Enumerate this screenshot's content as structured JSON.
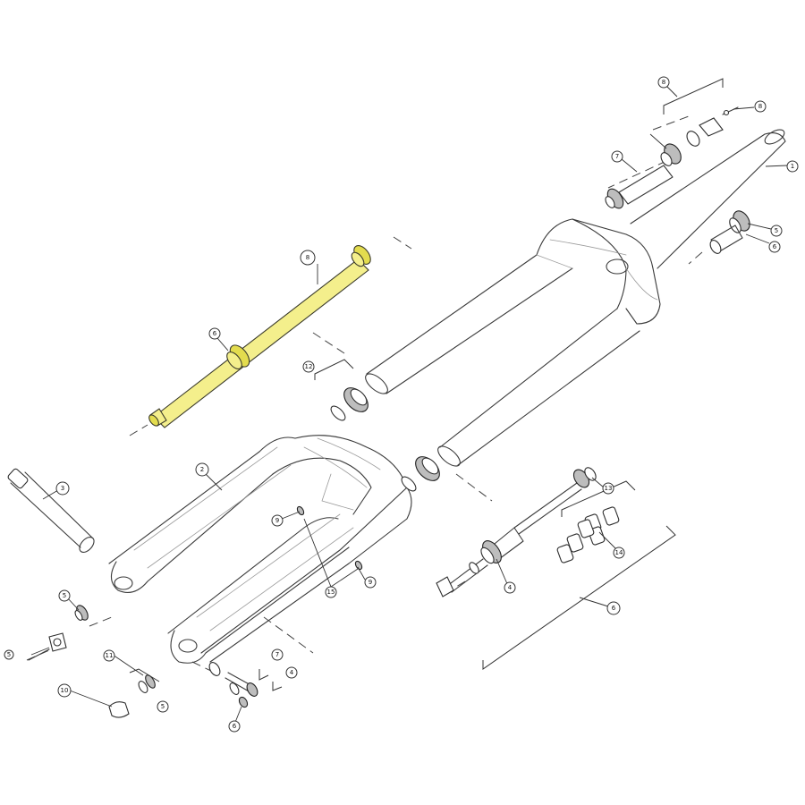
{
  "callouts": [
    {
      "id": "c8-top",
      "label": "8"
    },
    {
      "id": "c8-mid",
      "label": "8"
    },
    {
      "id": "c8-rod",
      "label": "8"
    },
    {
      "id": "c7-top",
      "label": "7"
    },
    {
      "id": "c1",
      "label": "1"
    },
    {
      "id": "c5-top",
      "label": "5"
    },
    {
      "id": "c6-top",
      "label": "6"
    },
    {
      "id": "c6-rod",
      "label": "6"
    },
    {
      "id": "c12",
      "label": "12"
    },
    {
      "id": "c3",
      "label": "3"
    },
    {
      "id": "c2",
      "label": "2"
    },
    {
      "id": "c9-a",
      "label": "9"
    },
    {
      "id": "c9-b",
      "label": "9"
    },
    {
      "id": "c15",
      "label": "15"
    },
    {
      "id": "c13",
      "label": "13"
    },
    {
      "id": "c14",
      "label": "14"
    },
    {
      "id": "c4-mid",
      "label": "4"
    },
    {
      "id": "c6-bot",
      "label": "6"
    },
    {
      "id": "c5-left",
      "label": "5"
    },
    {
      "id": "c10",
      "label": "10"
    },
    {
      "id": "c11",
      "label": "11"
    },
    {
      "id": "c5-b",
      "label": "5"
    },
    {
      "id": "c7-bot",
      "label": "7"
    },
    {
      "id": "c4-bot",
      "label": "4"
    },
    {
      "id": "c6-b",
      "label": "6"
    }
  ],
  "colors": {
    "highlight": "#f4ef8c",
    "line": "#3a3a3a",
    "background": "#ffffff"
  }
}
